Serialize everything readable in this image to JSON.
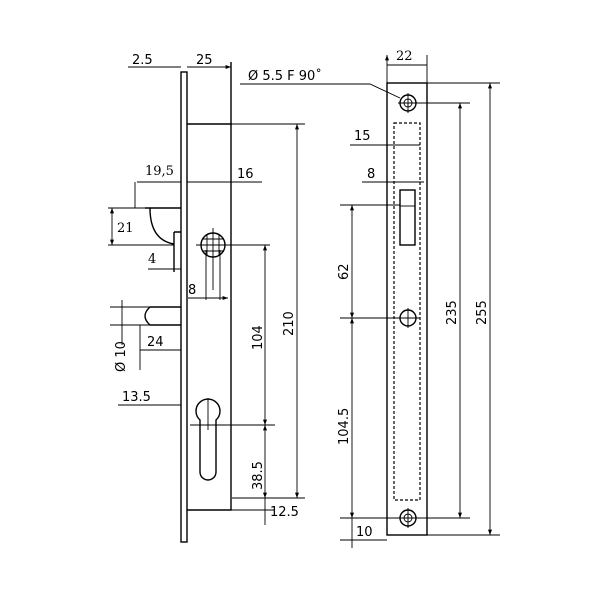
{
  "side_view": {
    "dims": {
      "faceplate_thickness": "2.5",
      "backset_body": "25",
      "latch_projection": "19,5",
      "spindle_offset": "16",
      "latch_height": "21",
      "latch_gap": "4",
      "spindle_square": "8",
      "bolt_diameter": "Ø 10",
      "bolt_projection": "24",
      "spindle_to_cylinder": "104",
      "body_height": "210",
      "cylinder_offset": "13.5",
      "cylinder_to_bottom": "38.5",
      "bottom_margin": "12.5"
    }
  },
  "front_view": {
    "dims": {
      "screw_hole": "Ø 5.5  F 90˚",
      "faceplate_width": "22",
      "latch_opening_width": "15",
      "bolt_opening_width": "8",
      "top_to_middle_hole": "62",
      "hole_spacing": "235",
      "faceplate_length": "255",
      "middle_to_bottom_hole": "104.5",
      "bottom_hole_offset": "10"
    }
  }
}
